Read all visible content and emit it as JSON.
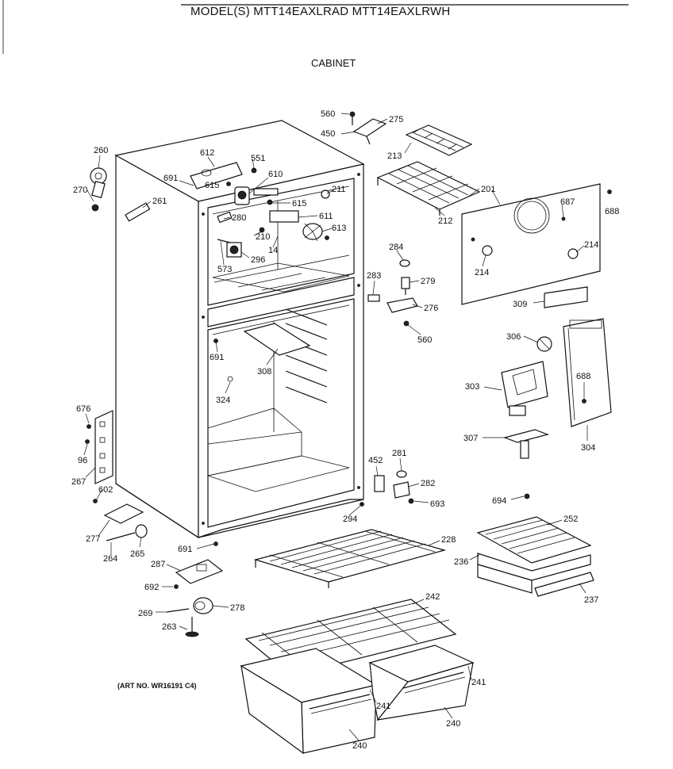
{
  "header": {
    "models": "MODEL(S) MTT14EAXLRAD  MTT14EAXLRWH",
    "section": "CABINET"
  },
  "art_number": "(ART NO. WR16191 C4)",
  "callouts": [
    {
      "id": "c560a",
      "label": "560"
    },
    {
      "id": "c275",
      "label": "275"
    },
    {
      "id": "c450",
      "label": "450"
    },
    {
      "id": "c213",
      "label": "213"
    },
    {
      "id": "c201",
      "label": "201"
    },
    {
      "id": "c688a",
      "label": "688"
    },
    {
      "id": "c687",
      "label": "687"
    },
    {
      "id": "c212",
      "label": "212"
    },
    {
      "id": "c214a",
      "label": "214"
    },
    {
      "id": "c214b",
      "label": "214"
    },
    {
      "id": "c260",
      "label": "260"
    },
    {
      "id": "c612",
      "label": "612"
    },
    {
      "id": "c551",
      "label": "551"
    },
    {
      "id": "c691a",
      "label": "691"
    },
    {
      "id": "c615a",
      "label": "615"
    },
    {
      "id": "c610",
      "label": "610"
    },
    {
      "id": "c211",
      "label": "211"
    },
    {
      "id": "c270",
      "label": "270"
    },
    {
      "id": "c261",
      "label": "261"
    },
    {
      "id": "c615b",
      "label": "615"
    },
    {
      "id": "c280",
      "label": "280"
    },
    {
      "id": "c611",
      "label": "611"
    },
    {
      "id": "c613",
      "label": "613"
    },
    {
      "id": "c210",
      "label": "210"
    },
    {
      "id": "c14",
      "label": "14"
    },
    {
      "id": "c296",
      "label": "296"
    },
    {
      "id": "c573",
      "label": "573"
    },
    {
      "id": "c284",
      "label": "284"
    },
    {
      "id": "c283",
      "label": "283"
    },
    {
      "id": "c279",
      "label": "279"
    },
    {
      "id": "c276",
      "label": "276"
    },
    {
      "id": "c560b",
      "label": "560"
    },
    {
      "id": "c309",
      "label": "309"
    },
    {
      "id": "c306",
      "label": "306"
    },
    {
      "id": "c691b",
      "label": "691"
    },
    {
      "id": "c308",
      "label": "308"
    },
    {
      "id": "c324",
      "label": "324"
    },
    {
      "id": "c303",
      "label": "303"
    },
    {
      "id": "c688b",
      "label": "688"
    },
    {
      "id": "c676",
      "label": "676"
    },
    {
      "id": "c96",
      "label": "96"
    },
    {
      "id": "c267",
      "label": "267"
    },
    {
      "id": "c602",
      "label": "602"
    },
    {
      "id": "c307",
      "label": "307"
    },
    {
      "id": "c304",
      "label": "304"
    },
    {
      "id": "c452",
      "label": "452"
    },
    {
      "id": "c281",
      "label": "281"
    },
    {
      "id": "c282",
      "label": "282"
    },
    {
      "id": "c693",
      "label": "693"
    },
    {
      "id": "c694",
      "label": "694"
    },
    {
      "id": "c294",
      "label": "294"
    },
    {
      "id": "c252",
      "label": "252"
    },
    {
      "id": "c277",
      "label": "277"
    },
    {
      "id": "c228",
      "label": "228"
    },
    {
      "id": "c691c",
      "label": "691"
    },
    {
      "id": "c264",
      "label": "264"
    },
    {
      "id": "c265",
      "label": "265"
    },
    {
      "id": "c236",
      "label": "236"
    },
    {
      "id": "c237",
      "label": "237"
    },
    {
      "id": "c287",
      "label": "287"
    },
    {
      "id": "c692",
      "label": "692"
    },
    {
      "id": "c242",
      "label": "242"
    },
    {
      "id": "c269",
      "label": "269"
    },
    {
      "id": "c278",
      "label": "278"
    },
    {
      "id": "c263",
      "label": "263"
    },
    {
      "id": "c241a",
      "label": "241"
    },
    {
      "id": "c241b",
      "label": "241"
    },
    {
      "id": "c240a",
      "label": "240"
    },
    {
      "id": "c240b",
      "label": "240"
    }
  ]
}
